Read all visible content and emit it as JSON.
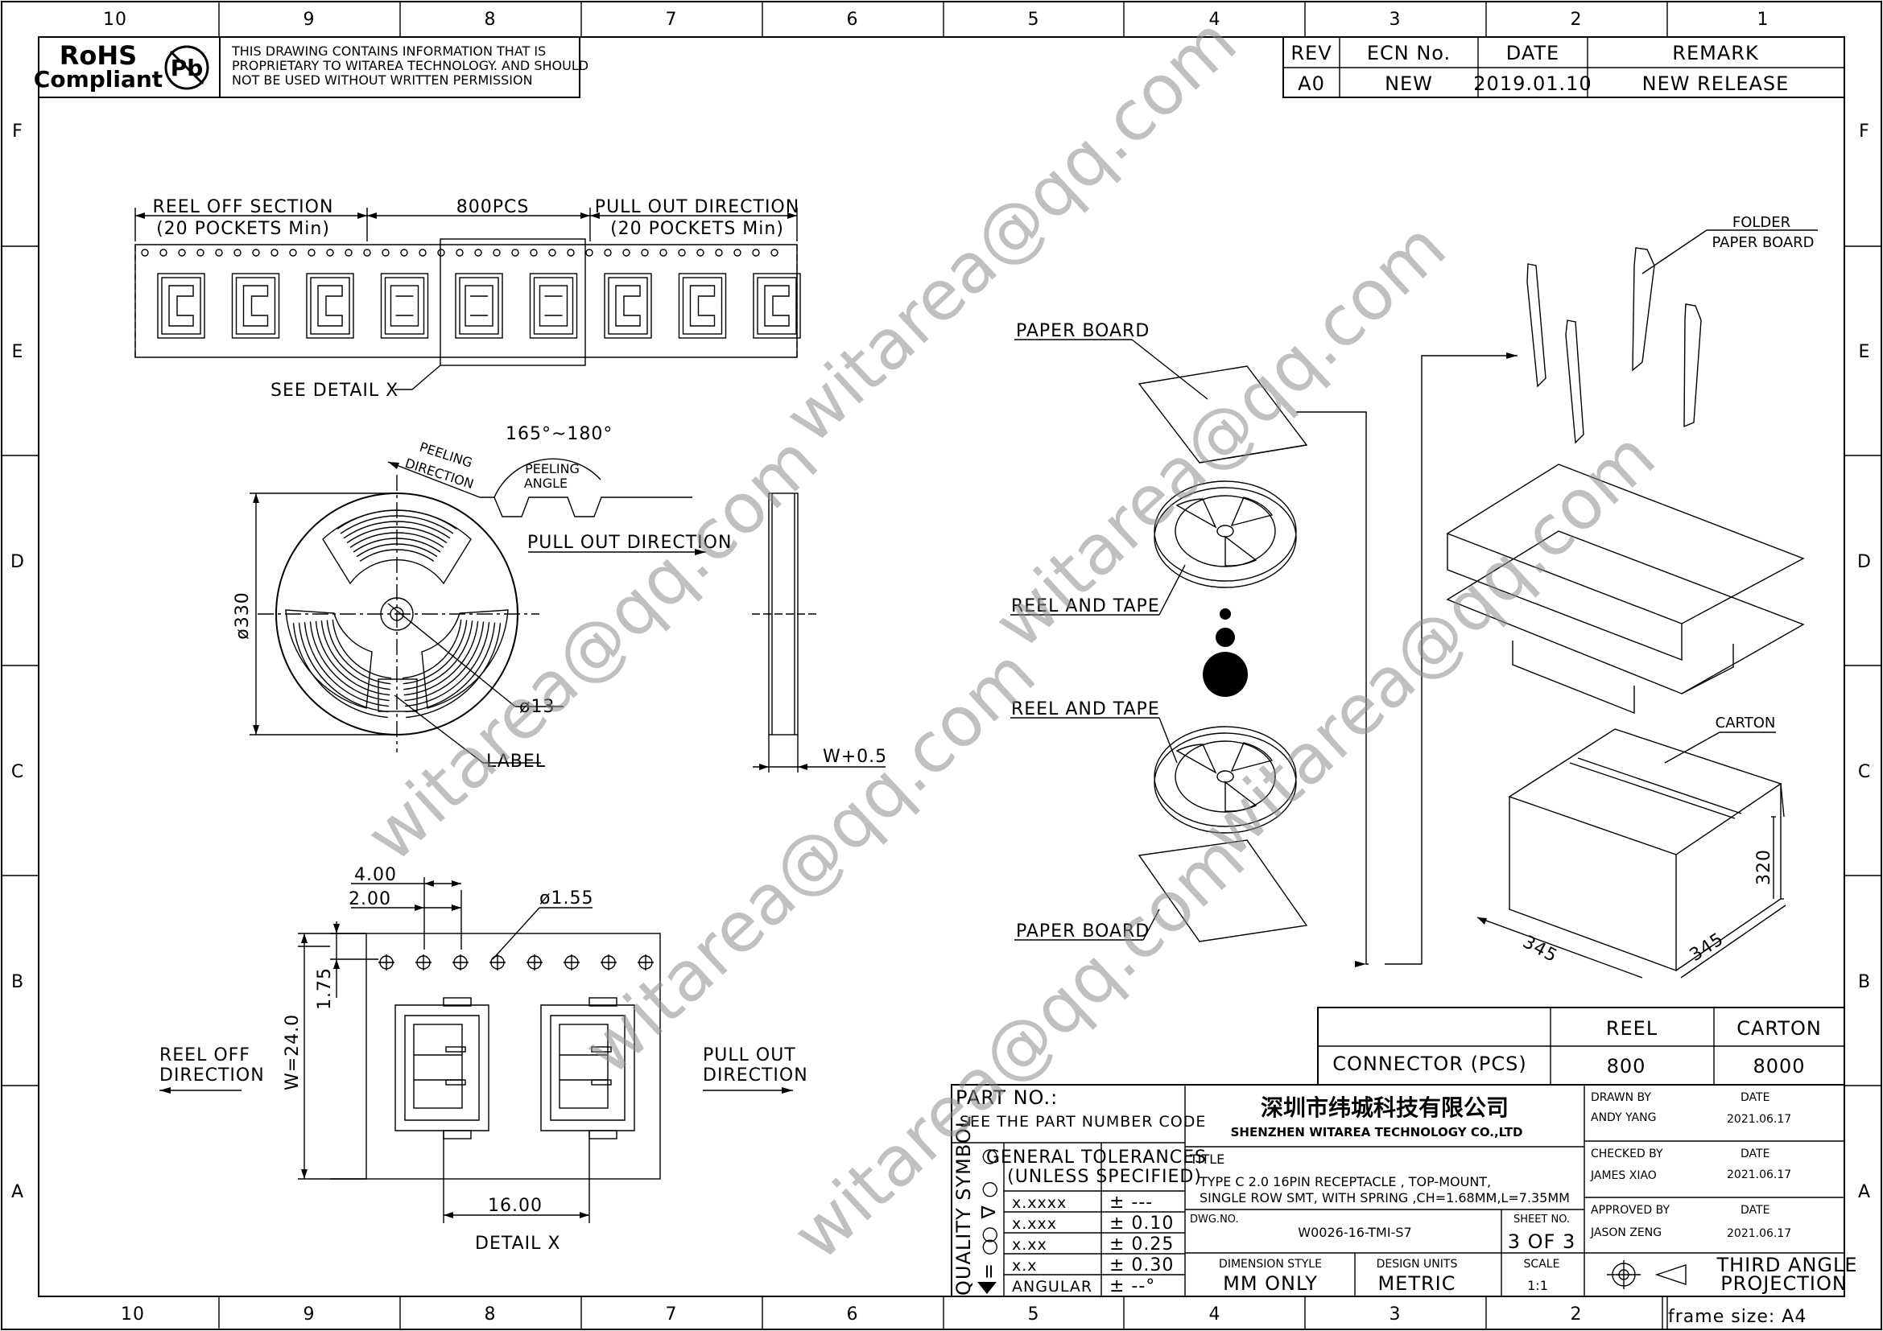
{
  "frame": {
    "col_labels_top": [
      "10",
      "9",
      "8",
      "7",
      "6",
      "5",
      "4",
      "3",
      "2",
      "1"
    ],
    "col_labels_bottom": [
      "10",
      "9",
      "8",
      "7",
      "6",
      "5",
      "4",
      "3",
      "2"
    ],
    "row_labels": [
      "F",
      "E",
      "D",
      "C",
      "B",
      "A"
    ],
    "frame_size": "frame size: A4"
  },
  "header": {
    "rohs_line1": "RoHS",
    "rohs_line2": "Compliant",
    "pb_symbol": "Pb",
    "notice_line1": "THIS DRAWING CONTAINS INFORMATION THAT IS",
    "notice_line2": "PROPRIETARY TO WITAREA TECHNOLOGY. AND SHOULD",
    "notice_line3": "NOT BE USED WITHOUT WRITTEN PERMISSION"
  },
  "revision": {
    "headers": [
      "REV",
      "ECN No.",
      "DATE",
      "REMARK"
    ],
    "row": [
      "A0",
      "NEW",
      "2019.01.10",
      "NEW RELEASE"
    ]
  },
  "tape": {
    "reel_off_section": "REEL  OFF  SECTION",
    "reel_off_pockets": "(20  POCKETS  Min)",
    "pcs": "800PCS",
    "pull_out_direction": "PULL  OUT  DIRECTION",
    "pull_out_pockets": "(20  POCKETS  Min)",
    "see_detail": "SEE  DETAIL  X"
  },
  "reel_view": {
    "peeling_direction_1": "PEELING",
    "peeling_direction_2": "DIRECTION",
    "angle_range": "165°~180°",
    "peeling_angle_1": "PEELING",
    "peeling_angle_2": "ANGLE",
    "pull_out_direction": "PULL  OUT  DIRECTION",
    "diameter": "ø330",
    "hub": "ø13",
    "label": "LABEL",
    "width": "W+0.5"
  },
  "detail_x": {
    "dim_4": "4.00",
    "dim_2": "2.00",
    "hole": "ø1.55",
    "dim_175": "1.75",
    "dim_w": "W=24.0",
    "dim_16": "16.00",
    "title": "DETAIL  X",
    "reel_off_1": "REEL  OFF",
    "reel_off_2": "DIRECTION",
    "pull_out_1": "PULL  OUT",
    "pull_out_2": "DIRECTION"
  },
  "packing": {
    "paper_board_top": "PAPER  BOARD",
    "reel_tape_1": "REEL  AND  TAPE",
    "reel_tape_2": "REEL  AND  TAPE",
    "paper_board_bottom": "PAPER  BOARD",
    "folder_1": "FOLDER",
    "folder_2": "PAPER  BOARD",
    "carton": "CARTON",
    "dim_height": "320",
    "dim_width": "345",
    "dim_depth": "345"
  },
  "quantity_table": {
    "col_reel": "REEL",
    "col_carton": "CARTON",
    "row_label": "CONNECTOR  (PCS)",
    "reel_qty": "800",
    "carton_qty": "8000"
  },
  "title_block": {
    "part_no_label": "PART  NO.:",
    "part_no_value": "SEE  THE  PART  NUMBER  CODE",
    "company_cn": "深圳市纬城科技有限公司",
    "company_en": "SHENZHEN WITAREA TECHNOLOGY CO.,LTD",
    "quality_symbol": "QUALITY  SYMBOL",
    "qs_marks": [
      "○",
      "○ ∇ ○",
      "= ○"
    ],
    "tolerance_title_1": "GENERAL  TOLERANCES",
    "tolerance_title_2": "(UNLESS  SPECIFIED)",
    "tolerances": [
      {
        "fmt": "x.xxxx",
        "val": "± ---"
      },
      {
        "fmt": "x.xxx",
        "val": "± 0.10"
      },
      {
        "fmt": "x.xx",
        "val": "± 0.25"
      },
      {
        "fmt": "x.x",
        "val": "± 0.30"
      },
      {
        "fmt": "ANGULAR",
        "val": "± --°"
      }
    ],
    "title_label": "TITLE",
    "title_line1": "TYPE  C  2.0  16PIN  RECEPTACLE ,  TOP-MOUNT,",
    "title_line2": "SINGLE  ROW  SMT,  WITH  SPRING  ,CH=1.68MM,L=7.35MM",
    "dwg_label": "DWG.NO.",
    "dwg_no": "W0026-16-TMI-S7",
    "sheet_label": "SHEET  NO.",
    "sheet_no": "3  OF  3",
    "dim_style_label": "DIMENSION  STYLE",
    "dim_style": "MM  ONLY",
    "design_units_label": "DESIGN  UNITS",
    "design_units": "METRIC",
    "scale_label": "SCALE",
    "scale": "1:1",
    "drawn_by_label": "DRAWN  BY",
    "drawn_by": "ANDY  YANG",
    "drawn_date_label": "DATE",
    "drawn_date": "2021.06.17",
    "checked_by_label": "CHECKED  BY",
    "checked_by": "JAMES  XIAO",
    "checked_date_label": "DATE",
    "checked_date": "2021.06.17",
    "approved_by_label": "APPROVED  BY",
    "approved_by": "JASON  ZENG",
    "approved_date_label": "DATE",
    "approved_date": "2021.06.17",
    "projection_1": "THIRD  ANGLE",
    "projection_2": "PROJECTION"
  },
  "watermark": "witarea@qq.com"
}
